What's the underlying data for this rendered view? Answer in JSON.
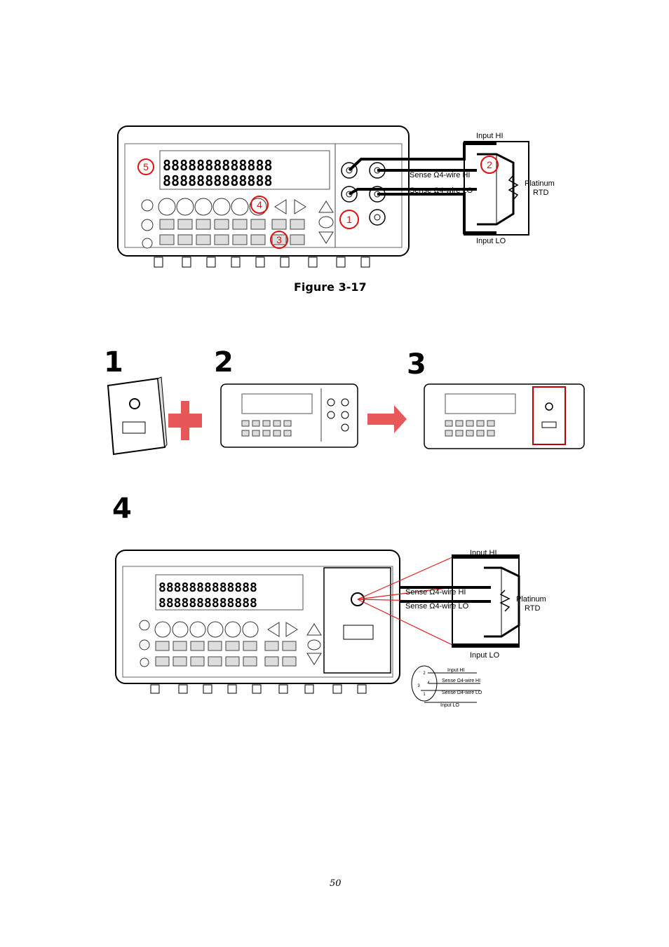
{
  "figure": {
    "caption": "Figure 3-17",
    "labels": {
      "input_hi": "Input HI",
      "input_lo": "Input LO",
      "sense_hi": "Sense Ω4-wire HI",
      "sense_lo": "Sense Ω4-wire LO",
      "platinum": "Platinum",
      "rtd": "RTD"
    },
    "display_digits": "8888888888888",
    "callouts": [
      "5",
      "2",
      "4",
      "3",
      "1"
    ]
  },
  "steps": {
    "one": "1",
    "two": "2",
    "three": "3",
    "four": "4"
  },
  "bottom_figure": {
    "labels": {
      "input_hi": "Input HI",
      "input_lo": "Input LO",
      "sense_hi": "Sense Ω4-wire HI",
      "sense_lo": "Sense Ω4-wire LO",
      "platinum": "Platinum",
      "rtd": "RTD"
    },
    "pin_legend": [
      "Input HI",
      "Sense Ω4-wire HI",
      "Sense Ω4-wire LO",
      "Input LO"
    ],
    "pin_numbers": [
      "2",
      "4",
      "3",
      "1"
    ]
  },
  "colors": {
    "callout": "#e01010",
    "arrow": "#e02020",
    "line": "#000000"
  },
  "page_number": "50"
}
